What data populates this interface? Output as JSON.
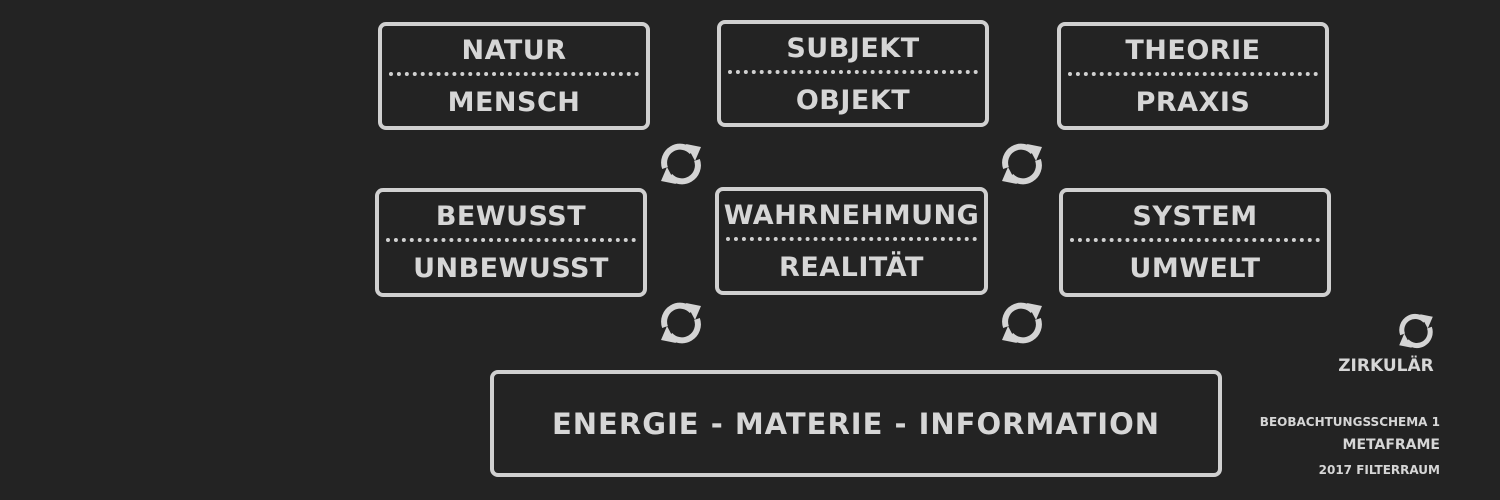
{
  "pairs": [
    {
      "top": "NATUR",
      "bottom": "MENSCH"
    },
    {
      "top": "SUBJEKT",
      "bottom": "OBJEKT"
    },
    {
      "top": "THEORIE",
      "bottom": "PRAXIS"
    },
    {
      "top": "BEWUSST",
      "bottom": "UNBEWUSST"
    },
    {
      "top": "WAHRNEHMUNG",
      "bottom": "REALITÄT"
    },
    {
      "top": "SYSTEM",
      "bottom": "UMWELT"
    }
  ],
  "base": "ENERGIE - MATERIE - INFORMATION",
  "legend": {
    "icon": "circular-arrows-icon",
    "label": "ZIRKULÄR"
  },
  "credits": {
    "line1": "BEOBACHTUNGSSCHEMA 1",
    "line2": "METAFRAME",
    "line3": "2017 FILTERRAUM"
  },
  "colors": {
    "background": "#232323",
    "foreground": "#d6d6d6"
  }
}
